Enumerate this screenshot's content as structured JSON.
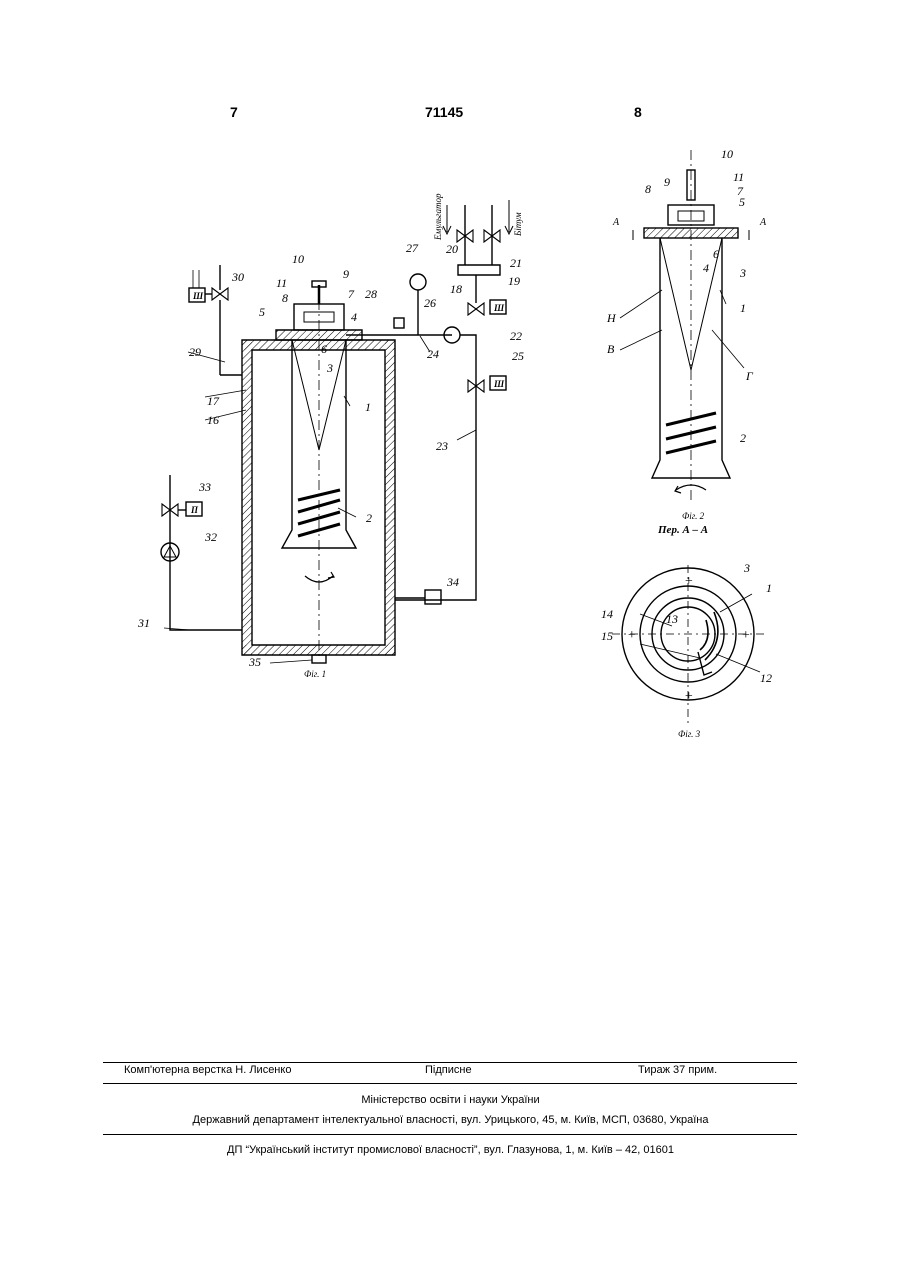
{
  "header": {
    "left_page": "7",
    "patent_number": "71145",
    "right_page": "8"
  },
  "figures": {
    "fig1": {
      "caption": "Фіг. 1",
      "stream_labels": [
        "Емульгатор",
        "Бітум"
      ],
      "callouts": [
        "1",
        "2",
        "3",
        "4",
        "5",
        "6",
        "7",
        "8",
        "9",
        "10",
        "11",
        "16",
        "17",
        "18",
        "19",
        "20",
        "21",
        "22",
        "23",
        "24",
        "25",
        "26",
        "27",
        "28",
        "29",
        "30",
        "31",
        "32",
        "33",
        "34",
        "35"
      ],
      "valve_marks": [
        "Ш",
        "П",
        "Ш",
        "Ш"
      ]
    },
    "fig2": {
      "caption": "Фіг. 2",
      "section_mark": "А",
      "letters": [
        "Н",
        "В",
        "Г"
      ],
      "callouts": [
        "10",
        "11",
        "9",
        "8",
        "7",
        "5",
        "6",
        "4",
        "3",
        "1",
        "2"
      ]
    },
    "fig3": {
      "title": "Пер. А – А",
      "caption": "Фіг. 3",
      "callouts": [
        "3",
        "1",
        "13",
        "14",
        "15",
        "12"
      ]
    }
  },
  "footer": {
    "composer": "Комп'ютерна верстка Н. Лисенко",
    "signed": "Підписне",
    "circulation": "Тираж 37 прим.",
    "ministry": "Міністерство освіти і науки України",
    "department": "Державний департамент інтелектуальної власності, вул. Урицького, 45, м. Київ, МСП, 03680, Україна",
    "institute": "ДП “Український інститут промислової власності”, вул. Глазунова, 1, м. Київ – 42, 01601"
  }
}
